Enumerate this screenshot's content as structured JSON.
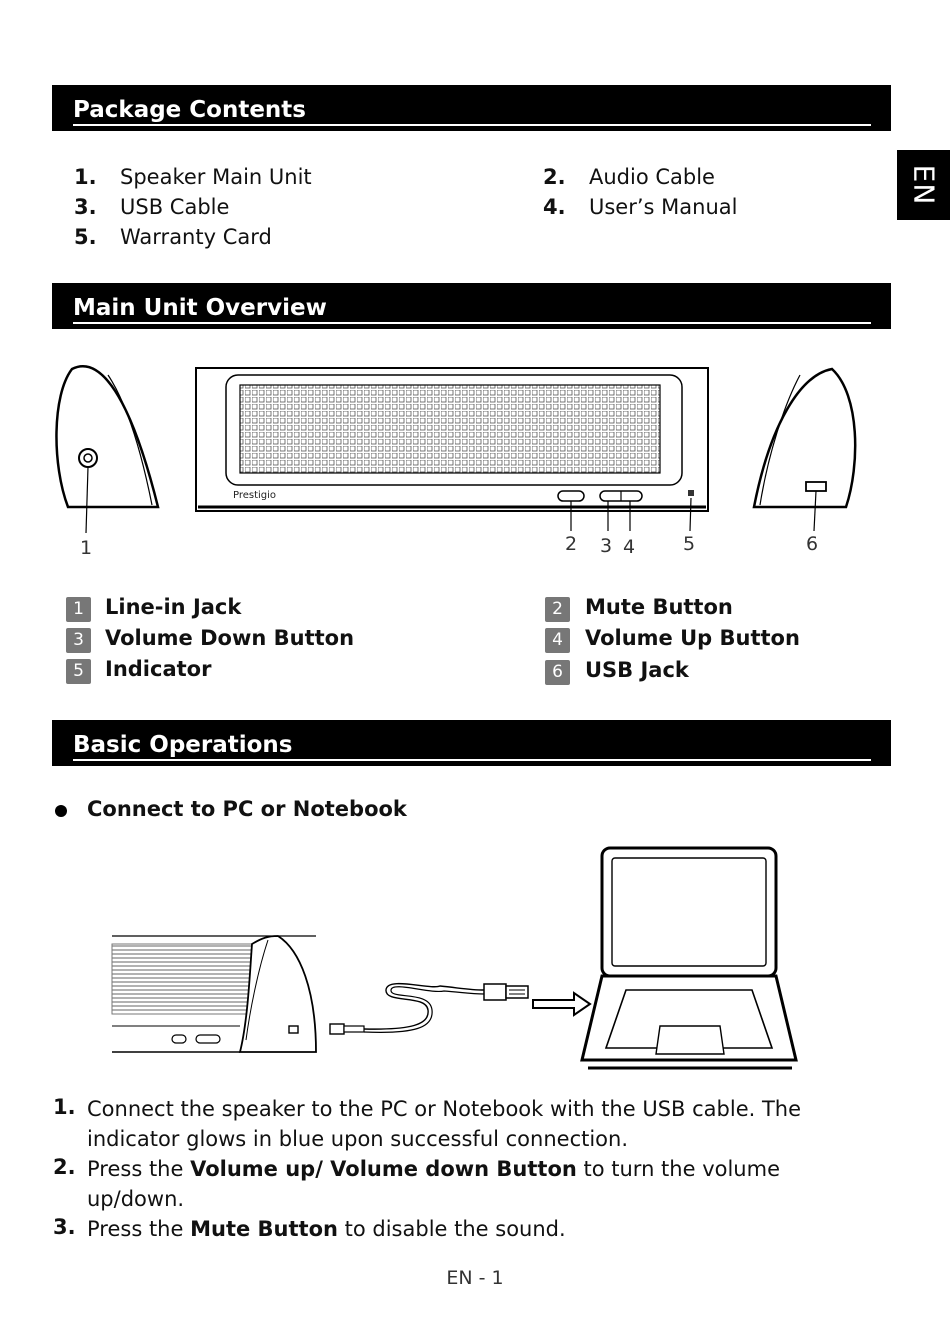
{
  "lang_tab": "EN",
  "sections": {
    "package": "Package Contents",
    "overview": "Main Unit Overview",
    "operations": "Basic Operations"
  },
  "package_items": [
    {
      "num": "1.",
      "text": "Speaker Main Unit"
    },
    {
      "num": "2.",
      "text": "Audio Cable"
    },
    {
      "num": "3.",
      "text": "USB Cable"
    },
    {
      "num": "4.",
      "text": "User’s Manual"
    },
    {
      "num": "5.",
      "text": "Warranty Card"
    }
  ],
  "diagram": {
    "brand": "Prestigio",
    "callouts": [
      "1",
      "2",
      "3",
      "4",
      "5",
      "6"
    ]
  },
  "parts": [
    {
      "num": "1",
      "text": "Line-in Jack"
    },
    {
      "num": "2",
      "text": "Mute Button"
    },
    {
      "num": "3",
      "text": "Volume Down Button"
    },
    {
      "num": "4",
      "text": "Volume Up Button"
    },
    {
      "num": "5",
      "text": "Indicator"
    },
    {
      "num": "6",
      "text": "USB Jack"
    }
  ],
  "bullet_heading": "Connect to PC or Notebook",
  "steps": [
    {
      "num": "1.",
      "pre": "Connect the speaker to the PC or Notebook with the USB cable. The indicator glows in blue upon successful connection.",
      "bold": "",
      "post": ""
    },
    {
      "num": "2.",
      "pre": "Press the ",
      "bold": "Volume up/ Volume down Button",
      "post": " to turn the volume up/down."
    },
    {
      "num": "3.",
      "pre": "Press the ",
      "bold": "Mute Button",
      "post": " to disable the sound."
    }
  ],
  "footer": "EN - 1"
}
